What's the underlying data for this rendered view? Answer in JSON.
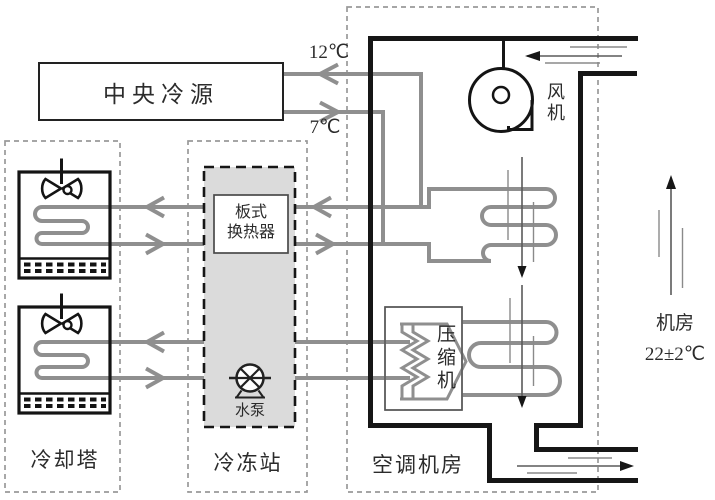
{
  "diagram": {
    "central_source": "中央冷源",
    "temp_return": "12℃",
    "temp_supply": "7℃",
    "fan": "风机",
    "heat_exchanger": {
      "line1": "板式",
      "line2": "换热器"
    },
    "pump": "水泵",
    "compressor": "压缩机",
    "room": {
      "line1": "机房",
      "line2": "22±2℃"
    },
    "zone_cooling_tower": "冷却塔",
    "zone_chiller_station": "冷冻站",
    "zone_ahu_room": "空调机房",
    "colors": {
      "pipe": "#8f8f8f",
      "structure": "#161616",
      "boundary": "#999999",
      "shade": "#dbdbdb"
    }
  }
}
